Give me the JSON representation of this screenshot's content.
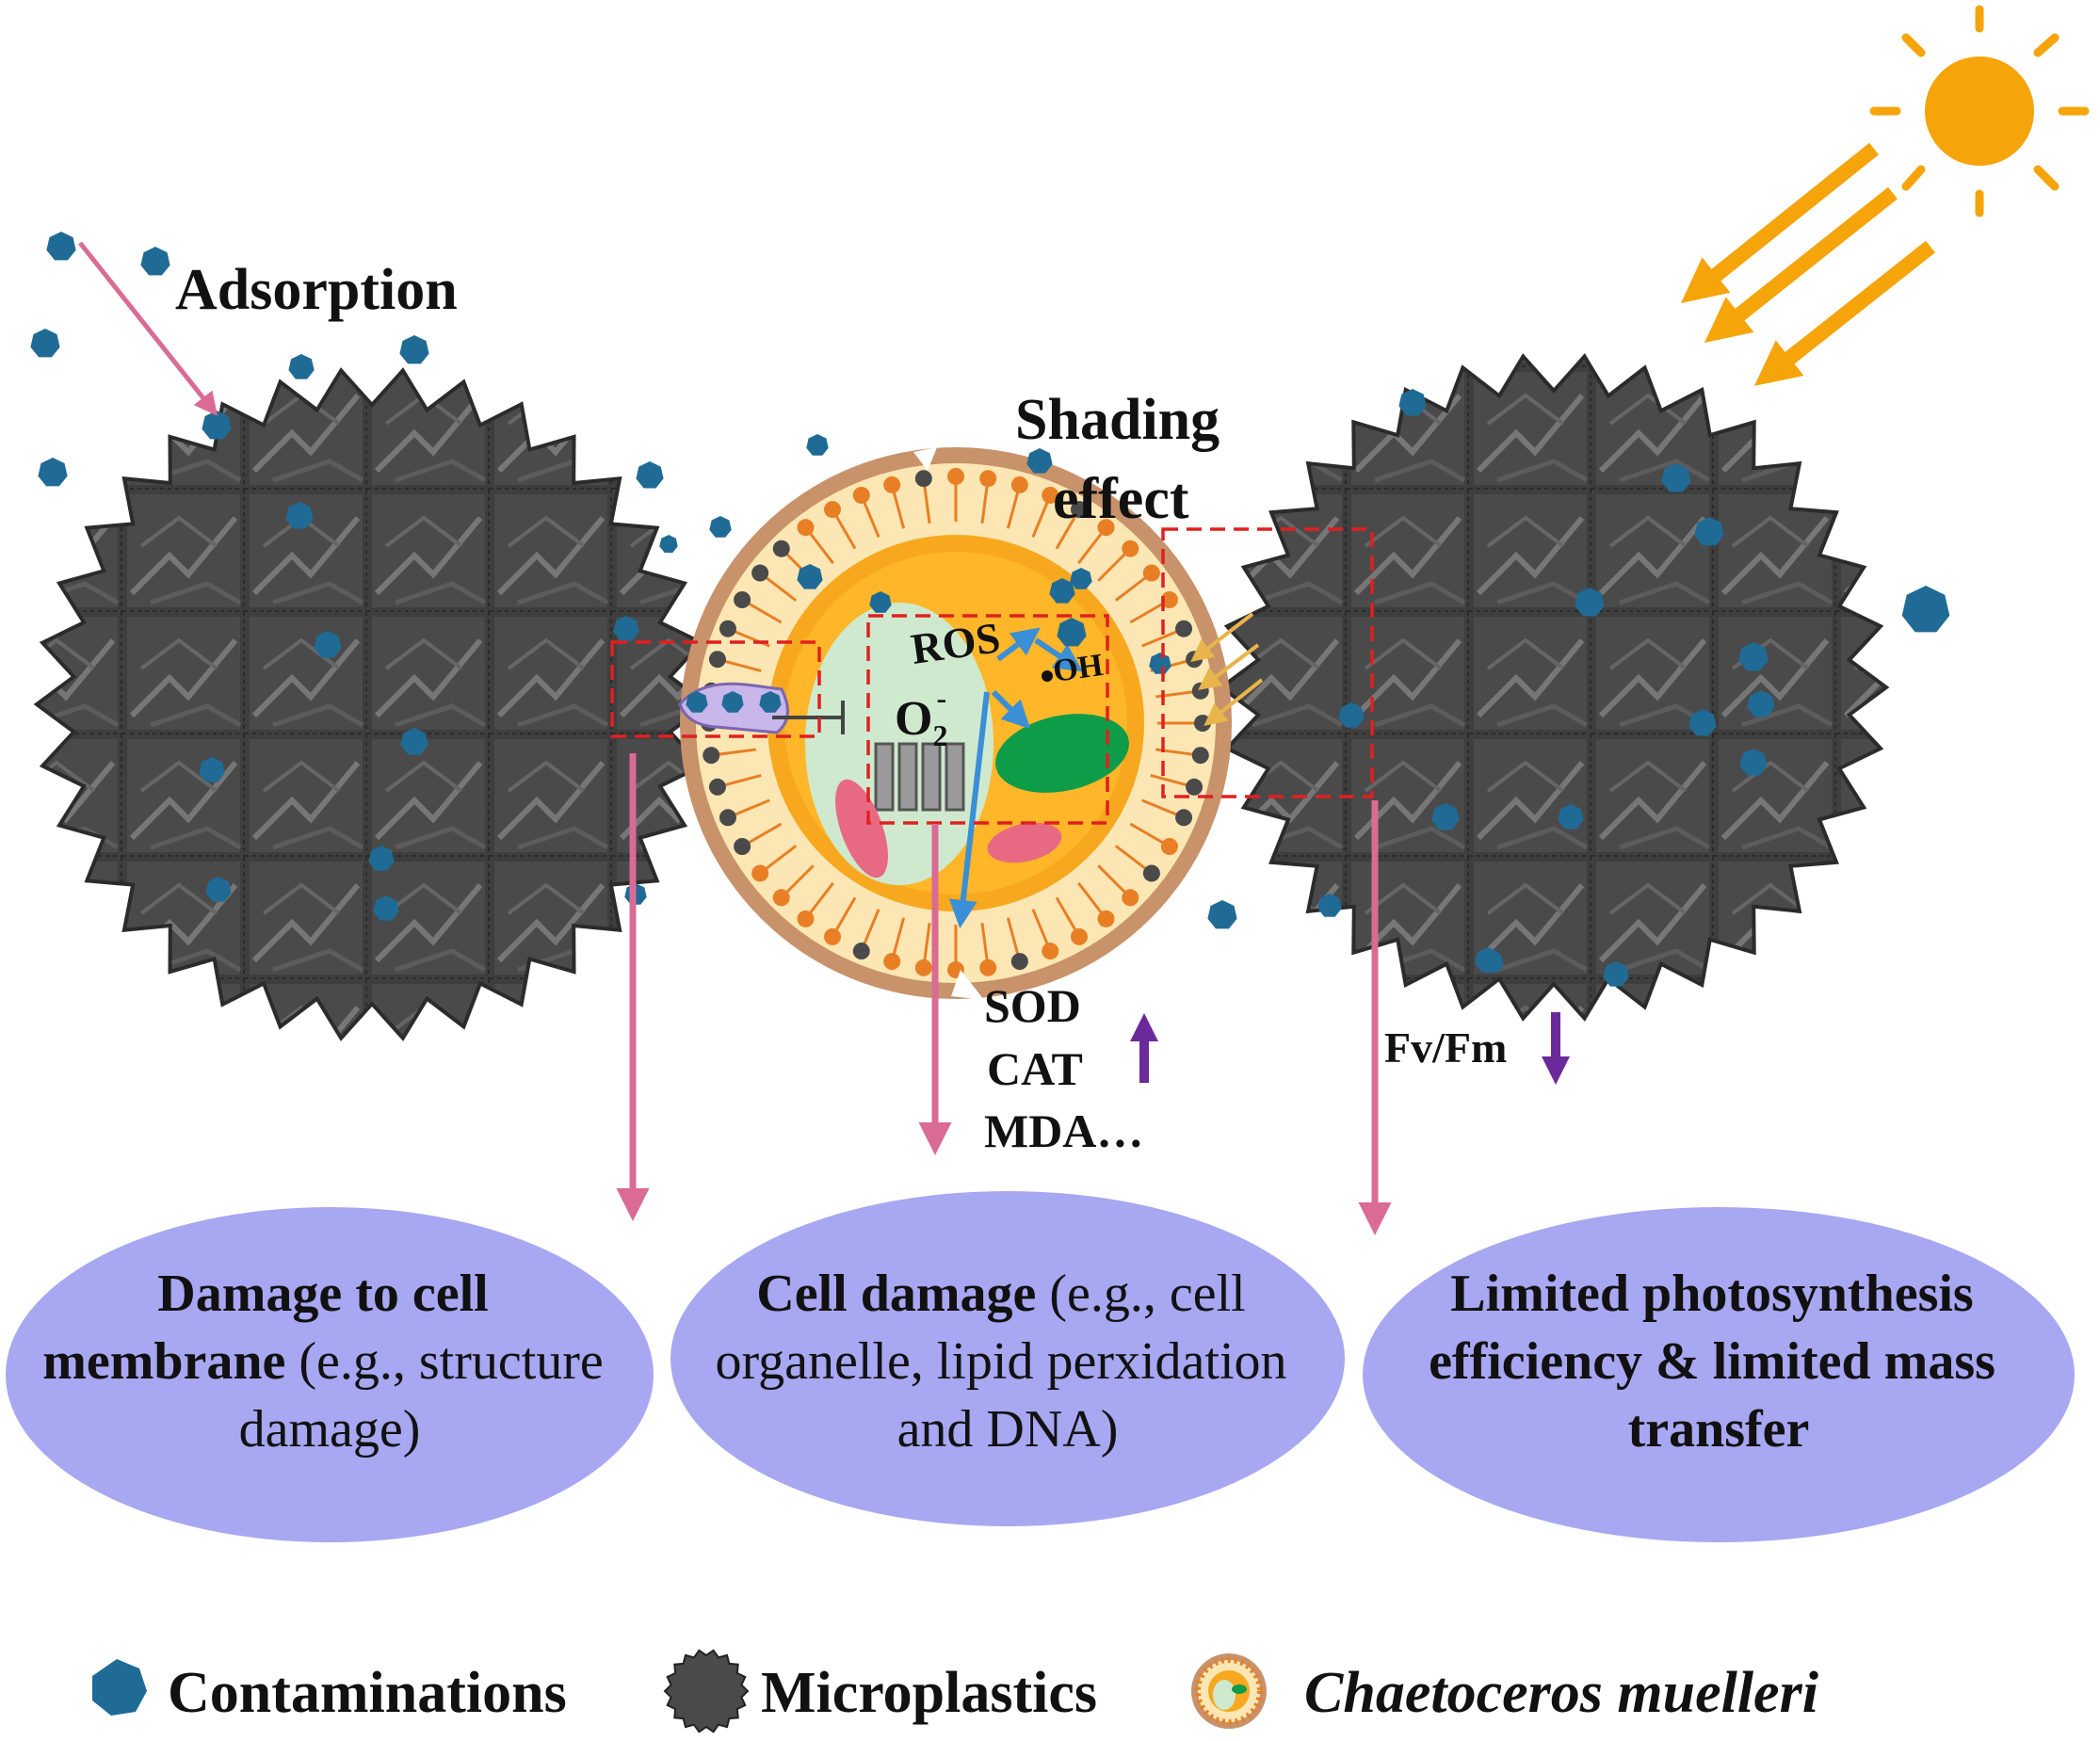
{
  "labels": {
    "adsorption": "Adsorption",
    "shading_line1": "Shading",
    "shading_line2": "effect",
    "ros": "ROS",
    "oh": "OH",
    "o2_base": "O",
    "o2_sub": "2",
    "o2_sup": "-",
    "sod": "SOD",
    "cat": "CAT",
    "mda": "MDA…",
    "fvfm": "Fv/Fm"
  },
  "outcomes": [
    {
      "line1": [
        {
          "text": "Damage to  cell",
          "bold": true
        }
      ],
      "line2": [
        {
          "text": "membrane",
          "bold": true
        },
        {
          "text": " (e.g., structure",
          "bold": false
        }
      ],
      "line3": [
        {
          "text": "damage)",
          "bold": false
        }
      ]
    },
    {
      "line1": [
        {
          "text": "Cell damage",
          "bold": true
        },
        {
          "text": "  (e.g.,  cell",
          "bold": false
        }
      ],
      "line2": [
        {
          "text": "organelle, lipid perxidation",
          "bold": false
        }
      ],
      "line3": [
        {
          "text": "and DNA)",
          "bold": false
        }
      ]
    },
    {
      "line1": [
        {
          "text": "Limited photosynthesis",
          "bold": true
        }
      ],
      "line2": [
        {
          "text": "efficiency & limited mass",
          "bold": true
        }
      ],
      "line3": [
        {
          "text": "transfer",
          "bold": true
        }
      ]
    }
  ],
  "legend": {
    "contaminations": "Contaminations",
    "microplastics": "Microplastics",
    "organism": "Chaetoceros muelleri"
  },
  "colors": {
    "microplastic": "#3b3b3b",
    "contaminant": "#1f6b96",
    "link_arrow": "#d96b95",
    "trend_arrow": "#6a2a9a",
    "sun": "#f5a40a",
    "oval": "#a7a7f2",
    "highlight_box": "#e02020",
    "cell_wall": "#c8926a",
    "lipid_head": "#e87f25",
    "cell_body": "#f7a81e",
    "nucleus": "#cfe9cf",
    "chloroplast": "#0e9c48"
  }
}
